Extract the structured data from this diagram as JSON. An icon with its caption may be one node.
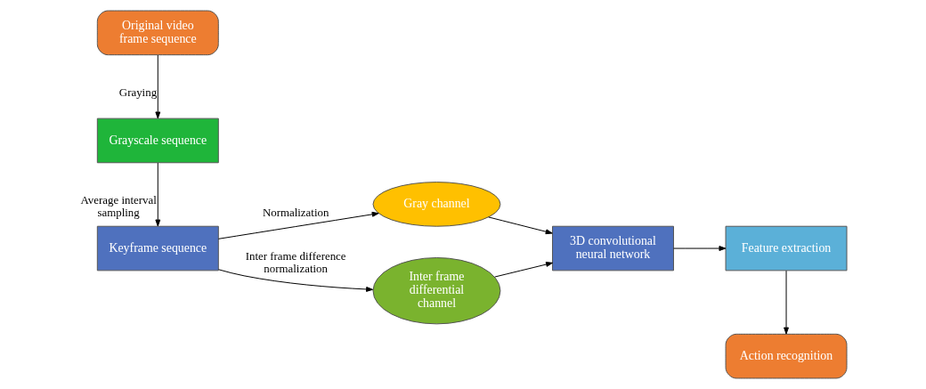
{
  "diagram": {
    "nodes": [
      {
        "text": [
          "Original video frame sequence"
        ]
      },
      {
        "text": [
          "Grayscale sequence"
        ]
      },
      {
        "text": [
          "Keyframe sequence"
        ]
      },
      {
        "text": [
          "Gray channel"
        ]
      },
      {
        "text": [
          "Inter frame differential channel"
        ]
      },
      {
        "text": [
          "3D convolutional neural network"
        ]
      },
      {
        "text": [
          "Feature extraction"
        ]
      },
      {
        "text": [
          "Action recognition"
        ]
      }
    ],
    "edges": [
      {
        "from": 0,
        "to": 1,
        "arrow": "to",
        "label": "Graying"
      },
      {
        "from": 1,
        "to": 2,
        "arrow": "to",
        "label": "Average interval sampling"
      },
      {
        "from": 2,
        "to": 3,
        "arrow": "to",
        "label": "Normalization"
      },
      {
        "from": 2,
        "to": 4,
        "arrow": "to",
        "label": "Inter frame difference normalization"
      },
      {
        "from": 3,
        "to": 5,
        "arrow": "to"
      },
      {
        "from": 4,
        "to": 5,
        "arrow": "to"
      },
      {
        "from": 5,
        "to": 6,
        "arrow": "to"
      },
      {
        "from": 6,
        "to": 7,
        "arrow": "to"
      }
    ]
  }
}
